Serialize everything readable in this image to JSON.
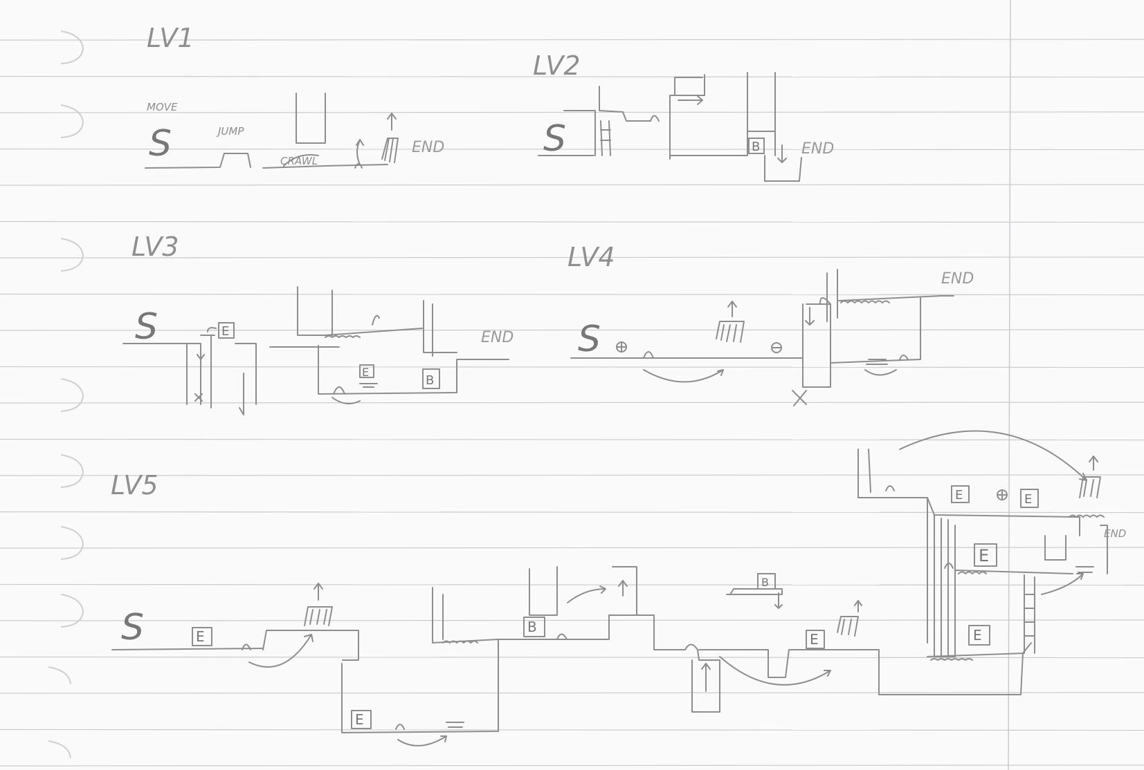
{
  "paper": {
    "line_color": "#c9c9cf",
    "margin_color": "#c9c9cf",
    "ink_color": "#8a8a8a"
  },
  "levels": {
    "lv1": {
      "title": "LV1",
      "start": "S",
      "move": "MOVE",
      "jump": "JUMP",
      "crawl": "CRAWL",
      "end": "END"
    },
    "lv2": {
      "title": "LV2",
      "start": "S",
      "block": "B",
      "end": "END"
    },
    "lv3": {
      "title": "LV3",
      "start": "S",
      "enemy_1": "E",
      "enemy_2": "E",
      "block": "B",
      "end": "END"
    },
    "lv4": {
      "title": "LV4",
      "start": "S",
      "end": "END"
    },
    "lv5": {
      "title": "LV5",
      "start": "S",
      "enemy_1": "E",
      "enemy_2": "E",
      "block_1": "B",
      "block_2": "B",
      "enemy_3": "E",
      "enemy_4": "E",
      "enemy_5": "E",
      "enemy_6": "E",
      "enemy_7": "E",
      "end": "END"
    }
  }
}
